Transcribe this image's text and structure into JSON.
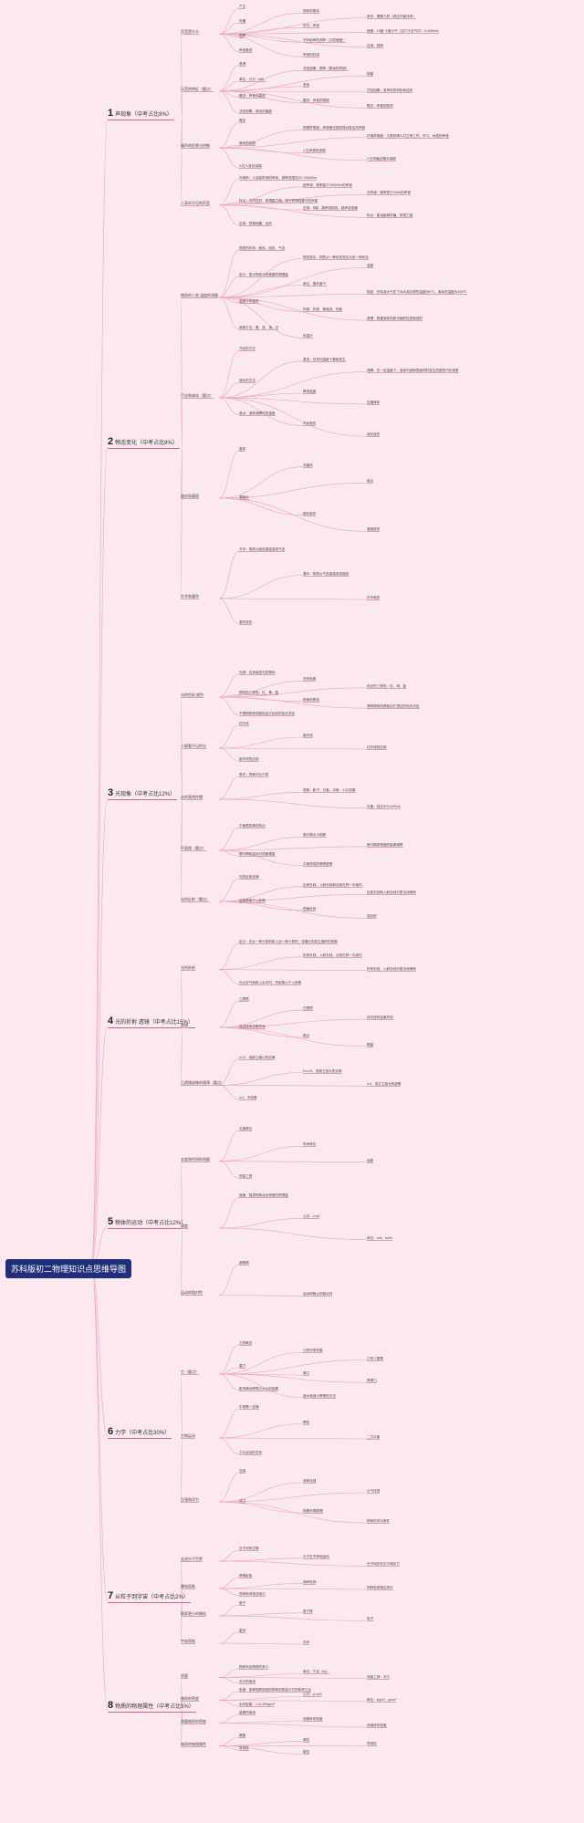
{
  "root": {
    "title": "苏科版初二物理知识点思维导图"
  },
  "chapters": [
    {
      "id": "ch1",
      "num": "1",
      "label": "声现象（中考占比8%）",
      "groups": [
        {
          "title": "声音是什么",
          "items": [
            "产生",
            "物体的振动",
            "条件：需要介质（真空不能传声）",
            "传播",
            "形式：声波",
            "速度：15度 十度小气（空穴于空气中）V=340m/s",
            "回声",
            "可利用声的测声（分层速度）",
            "应用：回响",
            "声音高低",
            "声音的利用"
          ]
        },
        {
          "title": "乐音的特征（重点）",
          "items": [
            "音调",
            "决定因素：频率（振动的快慢）",
            "响度",
            "单位：分贝（dB）",
            "音色",
            "决定因素：发声体的材料和结构",
            "概念：声音的高低",
            "概念：声音的强弱",
            "概念：声音的品质",
            "决定因素：振动的幅度"
          ]
        },
        {
          "title": "噪声的危害与控制",
          "items": [
            "概念",
            "物理学角度：声源做无规则振动发出的声音",
            "环境学角度：凡是妨碍人们正常工作、学习、休息的声音",
            "噪声的控制",
            "1.在声源处减弱",
            "2.在传播过程中减弱",
            "3.在人耳处减弱"
          ]
        },
        {
          "title": "人耳听不见的声音",
          "items": [
            "可闻声：人耳能听到的声音，频率范围在20~20000Hz",
            "超声波：频率高于20000Hz的声音",
            "次声波：频率低于20Hz的声音",
            "特点：方向性好、穿透能力强、易于获得较集中的声能",
            "应用：B超、超声波探伤、超声波测速",
            "特点：能远距离传播，穿透力强",
            "应用：预报地震、台风"
          ]
        }
      ]
    },
    {
      "id": "ch2",
      "num": "2",
      "label": "物态变化（中考占比8%）",
      "groups": [
        {
          "title": "物质的三态 温度的测量",
          "items": [
            "物质的状态：固态、液态、气态",
            "物态变化：物质从一种状态变化为另一种状态",
            "温度",
            "定义：表示物体冷热程度的物理量",
            "单位：摄氏度℃",
            "规定：在标准大气压下冰水混合物的温度为0℃，沸水的温度为100℃",
            "温度计的使用",
            "构造：外壳、玻璃泡、刻度",
            "原理：根据液体热胀冷缩的性质制成的",
            "使用方法：看、放、读、记",
            "体温计"
          ]
        },
        {
          "title": "汽化和液化（重点）",
          "items": [
            "汽化的方式",
            "蒸发：在任何温度下都能发生",
            "沸腾：在一定温度下，液体内部和表面同时发生的剧烈汽化现象",
            "液化的方法",
            "降低温度",
            "压缩体积",
            "沸点：液体沸腾时的温度",
            "汽化吸热",
            "液化放热"
          ]
        },
        {
          "title": "熔化和凝固",
          "items": [
            "晶体",
            "非晶体",
            "熔点",
            "凝固点",
            "熔化吸热",
            "凝固放热"
          ]
        },
        {
          "title": "升华和凝华",
          "items": [
            "升华：物质从固态直接变成气态",
            "凝华：物质从气态直接变成固态",
            "升华吸热",
            "凝华放热"
          ]
        }
      ]
    },
    {
      "id": "ch3",
      "num": "3",
      "label": "光现象（中考占比12%）",
      "groups": [
        {
          "title": "光的色彩 颜色",
          "items": [
            "光源：自身能发光的物体",
            "光的色散",
            "色光的三原色：红、绿、蓝",
            "颜料的三原色：红、黄、蓝",
            "物体的颜色",
            "透明物体的颜色由它透过的色光决定",
            "不透明物体的颜色由它反射的色光决定"
          ]
        },
        {
          "title": "人眼看不见的光",
          "items": [
            "红外线",
            "紫外线",
            "红外线的应用",
            "紫外线的应用"
          ]
        },
        {
          "title": "光的直线传播",
          "items": [
            "条件：同种均匀介质",
            "现象：影子、日食、月食、小孔成像",
            "光速：真空中3×10⁸m/s"
          ]
        },
        {
          "title": "平面镜（重点）",
          "items": [
            "平面镜成像的特点",
            "像与物大小相等",
            "像与物到镜面的距离相等",
            "像与物的连线与镜面垂直",
            "平面镜成的像是虚像"
          ]
        },
        {
          "title": "光的反射（重点）",
          "items": [
            "光的反射定律",
            "反射光线、入射光线和法线在同一平面内",
            "反射光线和入射光线分居法线两侧",
            "反射角等于入射角",
            "镜面反射",
            "漫反射"
          ]
        }
      ]
    },
    {
      "id": "ch4",
      "num": "4",
      "label": "光的折射 透镜（中考占比15%）",
      "groups": [
        {
          "title": "光的折射",
          "items": [
            "定义：光从一种介质斜射入另一种介质时，传播方向发生偏折的现象",
            "折射光线、入射光线、法线在同一平面内",
            "折射光线、入射光线分居法线两侧",
            "光从空气斜射入水中时，折射角小于入射角"
          ]
        },
        {
          "title": "透镜",
          "items": [
            "凸透镜",
            "凹透镜",
            "对光线有会聚作用",
            "对光线有发散作用",
            "焦点",
            "焦距"
          ]
        },
        {
          "title": "凸透镜成像的规律（重点）",
          "items": [
            "u>2f，成倒立缩小的实像",
            "f<u<2f，成倒立放大的实像",
            "u<f，成正立放大的虚像",
            "u=f，不成像"
          ]
        }
      ]
    },
    {
      "id": "ch5",
      "num": "5",
      "label": "物体的运动（中考占比12%）",
      "groups": [
        {
          "title": "长度和时间的测量",
          "items": [
            "长度单位",
            "时间单位",
            "误差",
            "测量工具"
          ]
        },
        {
          "title": "速度",
          "items": [
            "速度：描述物体运动快慢的物理量",
            "公式：v=s/t",
            "单位：m/s、km/h"
          ]
        },
        {
          "title": "运动的相对性",
          "items": [
            "参照物",
            "运动和静止的相对性"
          ]
        }
      ]
    },
    {
      "id": "ch6",
      "num": "6",
      "label": "力学（中考占比30%）",
      "groups": [
        {
          "title": "力（重点）",
          "items": [
            "力的概念",
            "力的作用效果",
            "力的三要素",
            "重力",
            "弹力",
            "摩擦力",
            "影响滑动摩擦力大小的因素",
            "增大和减小摩擦的方法"
          ]
        },
        {
          "title": "力和运动",
          "items": [
            "牛顿第一定律",
            "惯性",
            "二力平衡",
            "力与运动的关系"
          ]
        },
        {
          "title": "压强和浮力",
          "items": [
            "压强",
            "液体压强",
            "大气压强",
            "浮力",
            "阿基米德原理",
            "物体的浮沉条件"
          ]
        }
      ]
    },
    {
      "id": "ch7",
      "num": "7",
      "label": "从粒子到宇宙（中考占比2%）",
      "groups": [
        {
          "title": "走进分子世界",
          "items": [
            "分子间有空隙",
            "分子在不停地运动",
            "分子间存在引力和斥力"
          ]
        },
        {
          "title": "静电现象",
          "items": [
            "摩擦起电",
            "两种电荷",
            "同种电荷相互排斥",
            "异种电荷相互吸引"
          ]
        },
        {
          "title": "探索更小的微粒",
          "items": [
            "原子",
            "原子核",
            "电子"
          ]
        },
        {
          "title": "宇宙探秘",
          "items": [
            "星系",
            "光年"
          ]
        }
      ]
    },
    {
      "id": "ch8",
      "num": "8",
      "label": "物质的物理属性（中考占比5%）",
      "groups": [
        {
          "title": "质量",
          "items": [
            "物体所含物质的多少",
            "单位：千克（kg）",
            "测量工具：天平",
            "天平的使用"
          ]
        },
        {
          "title": "物质的密度",
          "items": [
            "密度：某种物质组成的物体的质量与它的体积之比",
            "公式：ρ=m/V",
            "单位：kg/m³、g/cm³",
            "水的密度：1.0×10³kg/m³"
          ]
        },
        {
          "title": "测量物质的密度",
          "items": [
            "量筒的使用",
            "测固体的密度",
            "测液体的密度"
          ]
        },
        {
          "title": "物质的物理属性",
          "items": [
            "硬度",
            "弹性",
            "导电性",
            "导热性",
            "磁性"
          ]
        }
      ]
    }
  ]
}
